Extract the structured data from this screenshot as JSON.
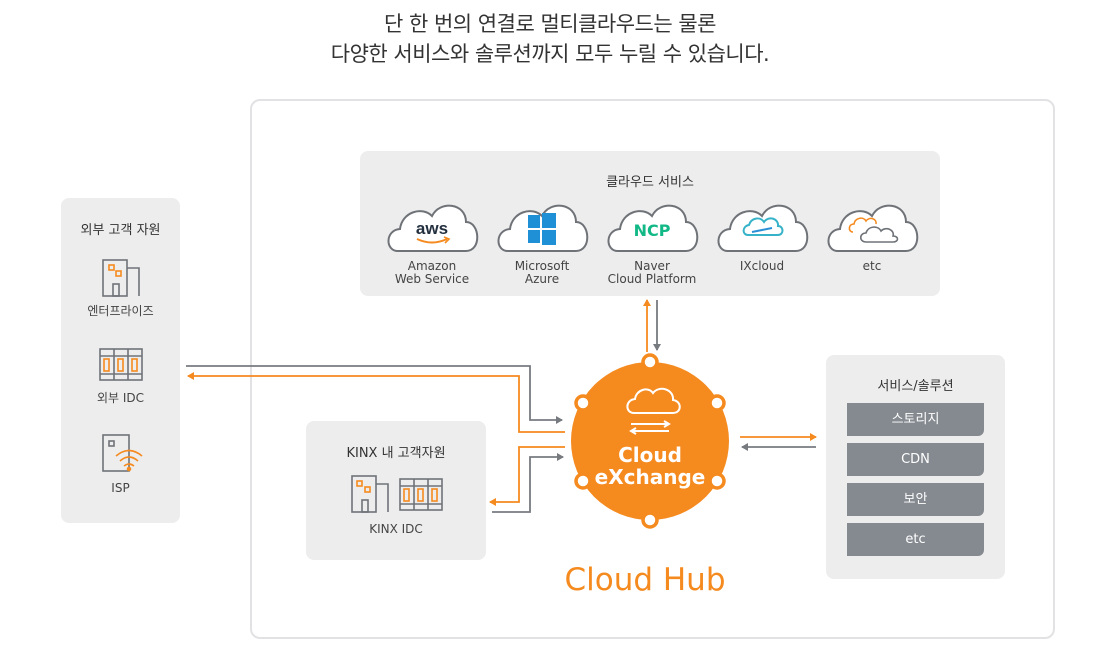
{
  "headline": {
    "line1": "단 한 번의 연결로 멀티클라우드는 물론",
    "line2": "다양한 서비스와 솔루션까지 모두 누릴 수 있습니다."
  },
  "cloud_services": {
    "title": "클라우드 서비스",
    "providers": [
      {
        "logo": "aws",
        "label_line1": "Amazon",
        "label_line2": "Web Service"
      },
      {
        "logo": "windows-logo",
        "label_line1": "Microsoft",
        "label_line2": "Azure"
      },
      {
        "logo": "NCP",
        "label_line1": "Naver",
        "label_line2": "Cloud Platform"
      },
      {
        "logo": "ixcloud-logo",
        "label_line1": "IXcloud",
        "label_line2": ""
      },
      {
        "logo": "cloud-icon",
        "label_line1": "etc",
        "label_line2": ""
      }
    ]
  },
  "external_resources": {
    "title": "외부 고객 자원",
    "items": [
      {
        "icon": "building-icon",
        "label": "엔터프라이즈"
      },
      {
        "icon": "server-rack-icon",
        "label": "외부 IDC"
      },
      {
        "icon": "wifi-building-icon",
        "label": "ISP"
      }
    ]
  },
  "kinx_resources": {
    "title": "KINX 내 고객자원",
    "label": "KINX IDC"
  },
  "exchange": {
    "line1": "Cloud",
    "line2": "eXchange"
  },
  "services_solutions": {
    "title": "서비스/솔루션",
    "items": [
      "스토리지",
      "CDN",
      "보안",
      "etc"
    ]
  },
  "hub_label": "Cloud Hub",
  "colors": {
    "orange": "#f58a1f",
    "gray_line": "#777b80",
    "panel_bg": "#ededee",
    "button_gray": "#858a90"
  }
}
